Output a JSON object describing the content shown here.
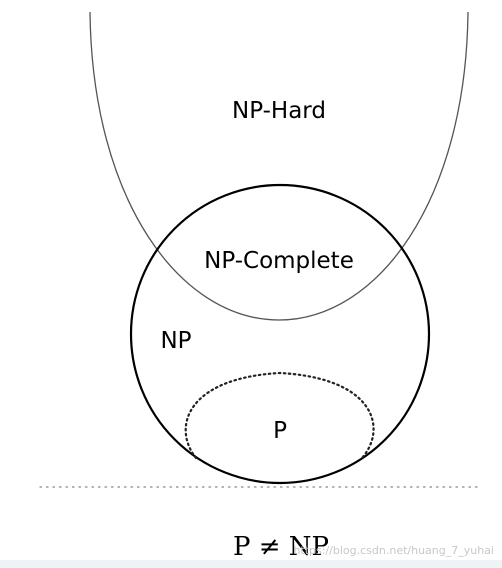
{
  "labels": {
    "np_hard": "NP-Hard",
    "np_complete": "NP-Complete",
    "np": "NP",
    "p": "P"
  },
  "formula": "P ≠ NP",
  "watermark": "https://blog.csdn.net/huang_7_yuhai",
  "colors": {
    "np_hard_curve": "#555555",
    "np_circle": "#000000",
    "p_dotted": "#222222",
    "baseline_dotted": "#888888"
  }
}
